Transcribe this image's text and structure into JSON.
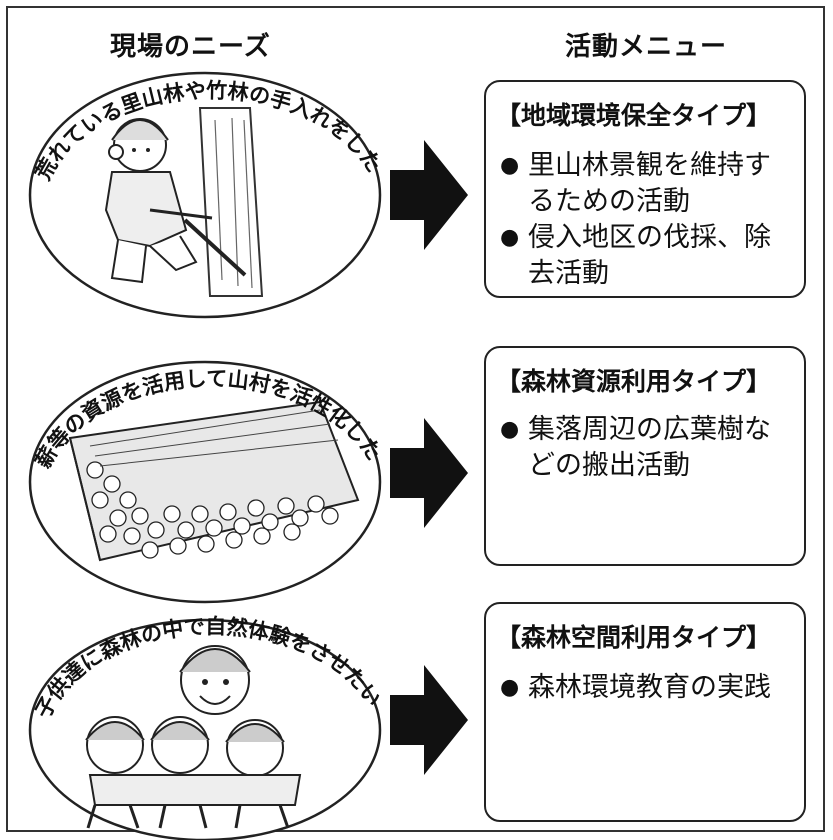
{
  "headers": {
    "needs": "現場のニーズ",
    "activities": "活動メニュー"
  },
  "rows": [
    {
      "need": "荒れている里山林や竹林の手入れをしたい",
      "illustration": "worker-cutting-tree-illustration",
      "type": "【地域環境保全タイプ】",
      "items": [
        "里山林景観を維持するための活動",
        "侵入地区の伐採、除去活動"
      ]
    },
    {
      "need": "薪等の資源を活用して山村を活性化したい",
      "illustration": "firewood-stack-illustration",
      "type": "【森林資源利用タイプ】",
      "items": [
        "集落周辺の広葉樹などの搬出活動"
      ]
    },
    {
      "need": "子供達に森林の中で自然体験をさせたい",
      "illustration": "children-hiking-illustration",
      "type": "【森林空間利用タイプ】",
      "items": [
        "森林環境教育の実践"
      ]
    }
  ],
  "bullet": "●",
  "colors": {
    "line": "#222222",
    "arrow": "#111111",
    "text": "#111111"
  }
}
